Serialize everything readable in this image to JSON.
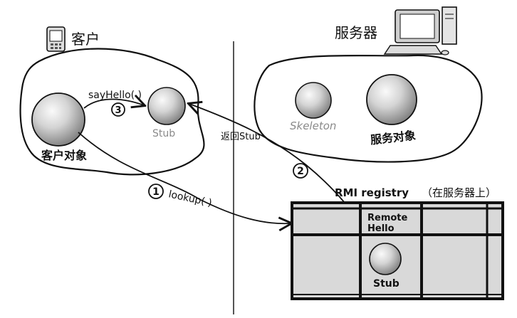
{
  "client": {
    "title": "客户",
    "object_label": "客户对象",
    "stub_label": "Stub"
  },
  "server": {
    "title": "服务器",
    "skeleton_label": "Skeleton",
    "object_label": "服务对象"
  },
  "registry": {
    "title": "RMI registry",
    "location": "（在服务器上）",
    "entry_name_line1": "Remote",
    "entry_name_line2": "Hello",
    "stub_label": "Stub"
  },
  "calls": {
    "step1_number": "1",
    "step1_label": "lookup( )",
    "step2_number": "2",
    "step2_label": "返回Stub",
    "step3_number": "3",
    "step3_label": "sayHello( )"
  },
  "colors": {
    "ink": "#111111",
    "sphere_light": "#f4f4f4",
    "sphere_dark": "#8c8c8c",
    "registry_fill": "#d9d9d9",
    "divider": "#555555"
  }
}
